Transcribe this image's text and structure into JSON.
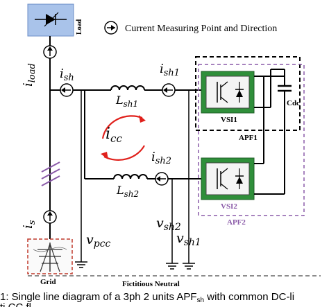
{
  "legend": {
    "text": "Current Measuring Point and Direction"
  },
  "load": {
    "label": "Load"
  },
  "grid": {
    "label": "Grid"
  },
  "neutral": {
    "label": "Fictitious Neutral"
  },
  "labels": {
    "i_load": {
      "main": "i",
      "sub": "load"
    },
    "i_sh": {
      "main": "i",
      "sub": "sh"
    },
    "i_sh1": {
      "main": "i",
      "sub": "sh1"
    },
    "i_sh2": {
      "main": "i",
      "sub": "sh2"
    },
    "i_cc": {
      "main": "i",
      "sub": "cc"
    },
    "i_s": {
      "main": "i",
      "sub": "s"
    },
    "L_sh1": {
      "main": "L",
      "sub": "sh1"
    },
    "L_sh2": {
      "main": "L",
      "sub": "sh2"
    },
    "v_pcc": {
      "main": "v",
      "sub": "pcc"
    },
    "v_sh2": {
      "main": "v",
      "sub": "sh2"
    },
    "v_sh1": {
      "main": "v",
      "sub": "sh1"
    }
  },
  "vsi1": {
    "label": "VSI1"
  },
  "vsi2": {
    "label": "VSI2"
  },
  "apf1": {
    "label": "APF1"
  },
  "apf2": {
    "label": "APF2"
  },
  "cdc": {
    "label": "Cdc"
  },
  "caption": {
    "line1": "1: Single line diagram of a 3ph 2 units APF",
    "line1_sub": "sh",
    "line1_tail": " with common DC-li",
    "line2": "ti   CC fl"
  },
  "colors": {
    "load_box": "#a9c3ea",
    "vsi_fill": "#2f8f3a",
    "apf2_border": "#8a5aa8",
    "grid_border": "#c0392b",
    "icc_arrow": "#e0201b"
  }
}
